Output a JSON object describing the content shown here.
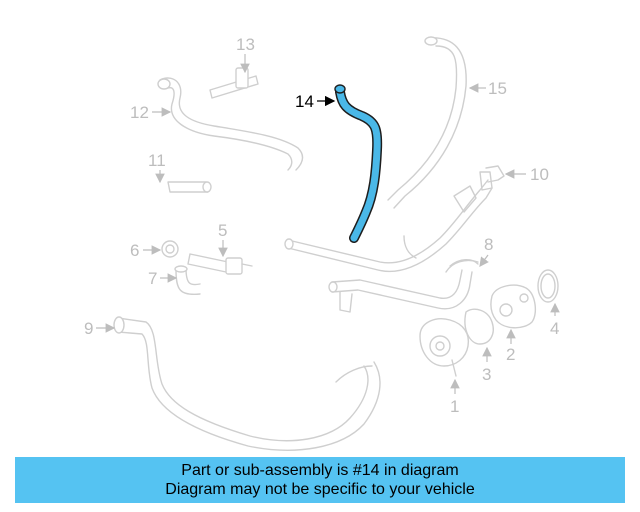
{
  "diagram": {
    "highlighted_part": "14",
    "highlight_color": "#4ab8e8",
    "callouts": [
      "1",
      "2",
      "3",
      "4",
      "5",
      "6",
      "7",
      "8",
      "9",
      "10",
      "11",
      "12",
      "13",
      "14",
      "15"
    ]
  },
  "banner": {
    "background": "#55c3f2",
    "line1": "Part or sub-assembly is #14 in diagram",
    "line2": "Diagram may not be specific to your vehicle"
  }
}
